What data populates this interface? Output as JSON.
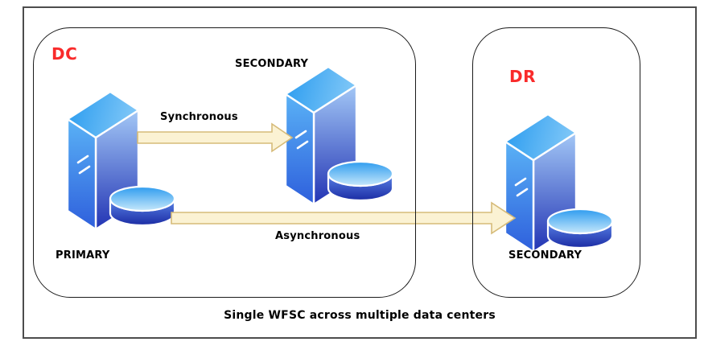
{
  "caption": "Single WFSC across multiple data centers",
  "dc": {
    "label": "DC",
    "primary_server_label": "PRIMARY",
    "secondary_server_label": "SECONDARY"
  },
  "dr": {
    "label": "DR",
    "secondary_server_label": "SECONDARY"
  },
  "replication": {
    "synchronous_label": "Synchronous",
    "asynchronous_label": "Asynchronous"
  },
  "icons": {
    "server": "server-tower-with-disk-icon",
    "arrow": "block-arrow-right-icon"
  },
  "colors": {
    "site_label": "#f92b2b",
    "arrow_fill": "#fbf2d3",
    "arrow_stroke": "#d6bb79",
    "box_border": "#1a1a1a",
    "frame_border": "#4d4d4d",
    "label_text": "#000000",
    "server_blue_light": "#2e9cef",
    "server_blue_dark": "#2234b4"
  }
}
